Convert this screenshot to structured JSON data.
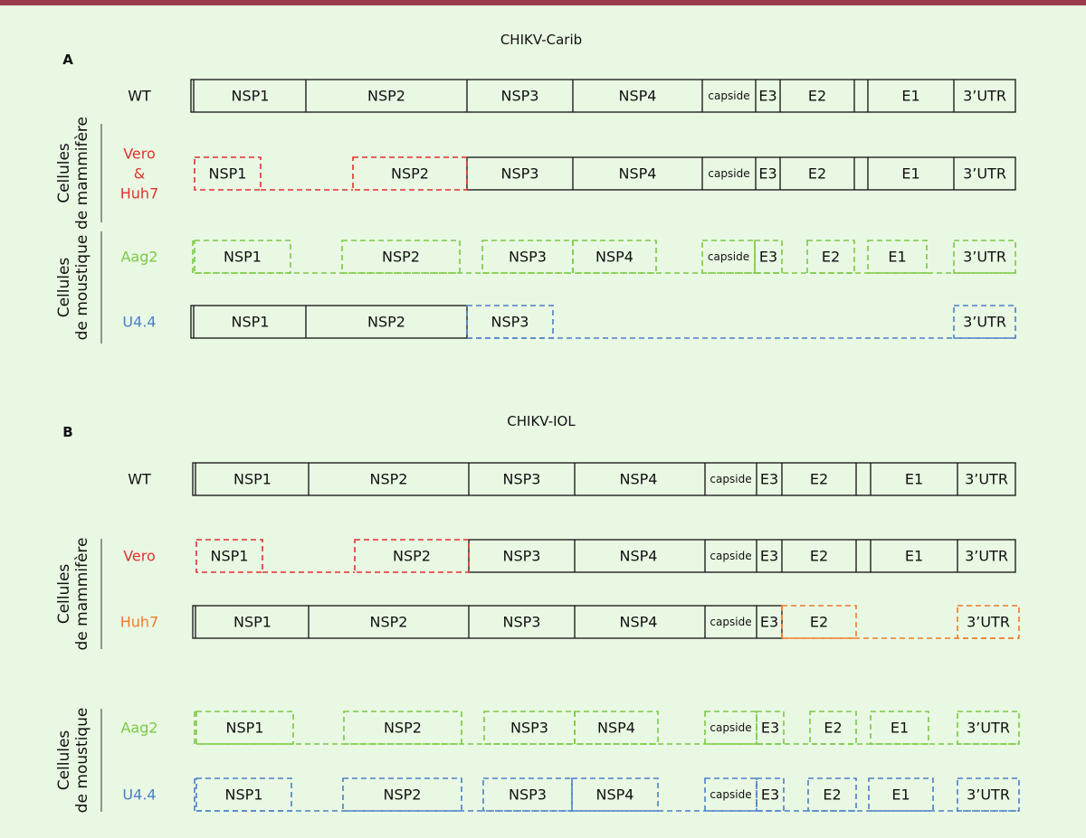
{
  "colors": {
    "background": "#e9f8e3",
    "top_bar": "#9a3b4b",
    "wild_type": "#111111",
    "vero": "#e0312e",
    "huh7": "#ee7a2a",
    "aag2": "#7bc943",
    "u44": "#4a7fc8"
  },
  "genome_segments": [
    "NSP1",
    "NSP2",
    "NSP3",
    "NSP4",
    "capside",
    "E3",
    "E2",
    "",
    "E1",
    "3’UTR"
  ],
  "panels": [
    {
      "letter": "A",
      "title": "CHIKV-Carib",
      "rows": [
        {
          "label": "WT",
          "color_key": "wild_type",
          "style": "solid"
        },
        {
          "label": "Vero\n&\nHuh7",
          "color_key": "vero",
          "style": "deletion"
        },
        {
          "label": "Aag2",
          "color_key": "aag2",
          "style": "deletion"
        },
        {
          "label": "U4.4",
          "color_key": "u44",
          "style": "deletion"
        }
      ],
      "groups": [
        {
          "label_line1": "Cellules",
          "label_line2": "de mammifère",
          "rows": [
            1,
            2
          ]
        },
        {
          "label_line1": "Cellules",
          "label_line2": "de moustique",
          "rows": [
            2,
            3
          ]
        }
      ]
    },
    {
      "letter": "B",
      "title": "CHIKV-IOL",
      "rows": [
        {
          "label": "WT",
          "color_key": "wild_type",
          "style": "solid"
        },
        {
          "label": "Vero",
          "color_key": "vero",
          "style": "deletion"
        },
        {
          "label": "Huh7",
          "color_key": "huh7",
          "style": "deletion"
        },
        {
          "label": "Aag2",
          "color_key": "aag2",
          "style": "deletion"
        },
        {
          "label": "U4.4",
          "color_key": "u44",
          "style": "deletion"
        }
      ],
      "groups": [
        {
          "label_line1": "Cellules",
          "label_line2": "de mammifère",
          "rows": [
            1,
            2
          ]
        },
        {
          "label_line1": "Cellules",
          "label_line2": "de moustique",
          "rows": [
            3,
            4
          ]
        }
      ]
    }
  ]
}
